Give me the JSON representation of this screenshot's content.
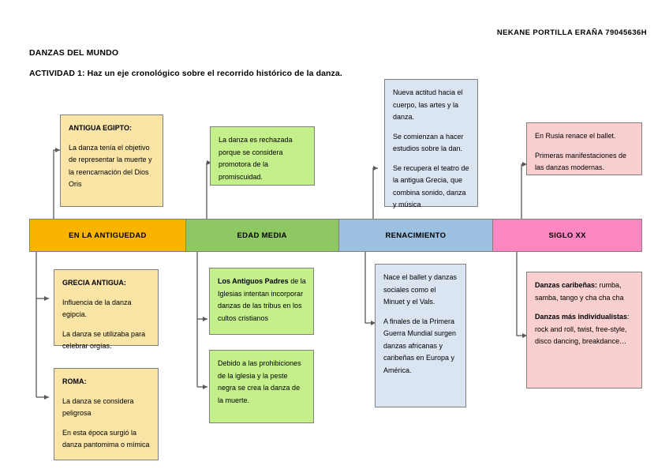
{
  "header": {
    "student_id": "NEKANE PORTILLA ERAÑA 79045636H",
    "doc_title": "DANZAS DEL MUNDO",
    "activity": "ACTIVIDAD 1: Haz un eje cronológico sobre el recorrido histórico de la danza."
  },
  "timeline": {
    "segments": [
      {
        "label": "EN LA ANTIGUEDAD",
        "color": "#f9b400"
      },
      {
        "label": "EDAD MEDIA",
        "color": "#8dc863"
      },
      {
        "label": "RENACIMIENTO",
        "color": "#9cc0e0"
      },
      {
        "label": "SIGLO XX",
        "color": "#fb87c2"
      }
    ]
  },
  "notes": {
    "egipto": {
      "heading": "ANTIGUA EGIPTO:",
      "body": "La danza tenía el objetivo de representar la muerte y la reencarnación del Dios Oris",
      "color": "#fbe5a6"
    },
    "edad_media_top": {
      "body": "La danza es rechazada porque se considera promotora de la promiscuidad.",
      "color": "#c3f08a"
    },
    "renacimiento_top": {
      "p1": "Nueva actitud hacia el cuerpo, las artes y la danza.",
      "p2": "Se comienzan a hacer estudios sobre la dan.",
      "p3": "Se recupera el teatro de la antigua Grecia, que combina sonido, danza y música",
      "color": "#dbe5f1"
    },
    "siglo_xx_top": {
      "p1": "En Rusia renace el ballet.",
      "p2": "Primeras manifestaciones de las danzas modernas.",
      "color": "#f9cfcf"
    },
    "grecia": {
      "heading": "GRECIA ANTIGUA:",
      "p1": "Influencia de la danza egipcia.",
      "p2": "La danza se utilizaba para celebrar orgías.",
      "color": "#fbe5a6"
    },
    "roma": {
      "heading": "ROMA:",
      "p1": "La danza se considera peligrosa",
      "p2": "En esta época surgió la danza pantomima o mímica",
      "color": "#fbe5a6"
    },
    "iglesia": {
      "lead": "Los Antiguos Padres",
      "rest": " de la Iglesias intentan incorporar danzas de las tribus en los cultos cristianos",
      "color": "#c3f08a"
    },
    "peste": {
      "body": "Debido a las prohibiciones de la iglesia y la peste negra se crea la danza de la muerte.",
      "color": "#c3f08a"
    },
    "ballet": {
      "p1": "Nace el ballet y danzas sociales como el Minuet y el Vals.",
      "p2": "A finales de la Primera Guerra Mundial surgen danzas africanas y caribeñas en Europa y América.",
      "color": "#dbe5f1"
    },
    "danzas_modernas": {
      "lead1": "Danzas caribeñas:",
      "rest1": " rumba, samba, tango y cha cha cha",
      "lead2": "Danzas más individualistas",
      "rest2": ": rock and roll, twist, free-style, disco dancing, breakdance…",
      "color": "#f9cfcf"
    }
  }
}
